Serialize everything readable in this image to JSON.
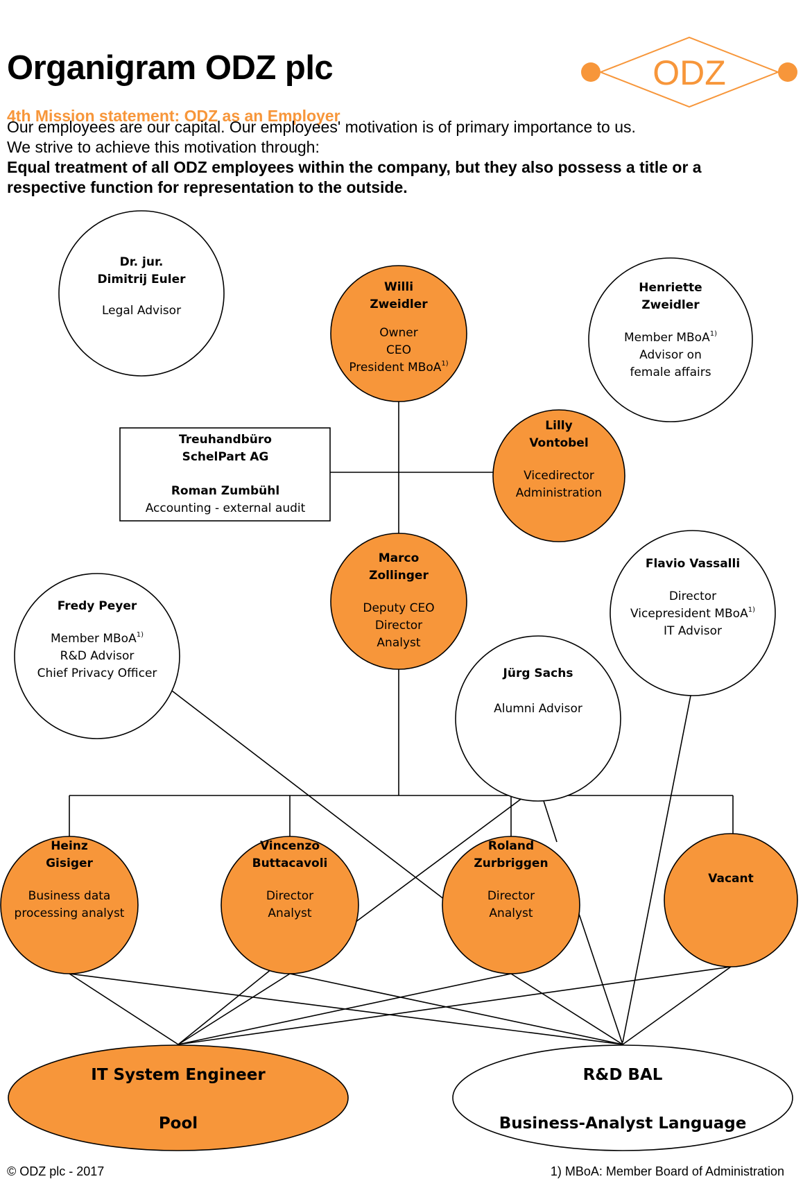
{
  "header": {
    "title": "Organigram ODZ plc",
    "mission_heading": "4th Mission statement: ODZ as an Employer",
    "line1": "Our employees are our capital. Our employees' motivation is of primary importance to us.",
    "line2": "We strive to achieve this motivation through:",
    "bold1": "Equal treatment of all ODZ employees within the company, but they also possess a title or a",
    "bold2": "respective function for representation to the outside."
  },
  "logo": {
    "text": "ODZ"
  },
  "colors": {
    "accent": "#f7963a",
    "line": "#000000",
    "white": "#ffffff"
  },
  "sup_mark": "1)",
  "nodes": [
    {
      "id": "euler",
      "filled": false,
      "name": [
        "Dr. jur.",
        "Dimitrij Euler"
      ],
      "role": [
        "Legal Advisor"
      ]
    },
    {
      "id": "willi",
      "filled": true,
      "name": [
        "Willi",
        "Zweidler"
      ],
      "role": [
        "Owner",
        "CEO",
        "President MBoA"
      ],
      "sup_line": 2
    },
    {
      "id": "henriette",
      "filled": false,
      "name": [
        "Henriette",
        "Zweidler"
      ],
      "role": [
        "Member MBoA",
        "Advisor on",
        "female affairs"
      ],
      "sup_line": 0
    },
    {
      "id": "lilly",
      "filled": true,
      "name": [
        "Lilly",
        "Vontobel"
      ],
      "role": [
        "Vicedirector",
        "Administration"
      ]
    },
    {
      "id": "marco",
      "filled": true,
      "name": [
        "Marco",
        "Zollinger"
      ],
      "role": [
        "Deputy CEO",
        "Director",
        "Analyst"
      ]
    },
    {
      "id": "fredy",
      "filled": false,
      "name": [
        "Fredy Peyer"
      ],
      "role": [
        "Member MBoA",
        "R&D Advisor",
        "Chief Privacy Officer"
      ],
      "sup_line": 0
    },
    {
      "id": "flavio",
      "filled": false,
      "name": [
        "Flavio Vassalli"
      ],
      "role": [
        "Director",
        "Vicepresident MBoA",
        "IT Advisor"
      ],
      "sup_line": 1
    },
    {
      "id": "juerg",
      "filled": false,
      "name": [
        "Jürg Sachs"
      ],
      "role": [
        "Alumni Advisor"
      ]
    },
    {
      "id": "heinz",
      "filled": true,
      "name": [
        "Heinz",
        "Gisiger"
      ],
      "role": [
        "Business data",
        "processing analyst"
      ]
    },
    {
      "id": "vincenzo",
      "filled": true,
      "name": [
        "Vincenzo",
        "Buttacavoli"
      ],
      "role": [
        "Director",
        "Analyst"
      ]
    },
    {
      "id": "roland",
      "filled": true,
      "name": [
        "Roland",
        "Zurbriggen"
      ],
      "role": [
        "Director",
        "Analyst"
      ]
    },
    {
      "id": "vacant",
      "filled": true,
      "name": [
        "Vacant"
      ],
      "role": []
    }
  ],
  "box": {
    "lines": [
      "Treuhandbüro",
      "SchelPart AG",
      "Roman Zumbühl",
      "Accounting - external audit"
    ]
  },
  "pools": [
    {
      "id": "it",
      "filled": true,
      "lines": [
        "IT System Engineer",
        "Pool"
      ]
    },
    {
      "id": "rd",
      "filled": false,
      "lines": [
        "R&D BAL",
        "Business-Analyst Language"
      ]
    }
  ],
  "footer": {
    "copyright": "© ODZ plc - 2017",
    "note": "1) MBoA: Member Board of Administration"
  }
}
